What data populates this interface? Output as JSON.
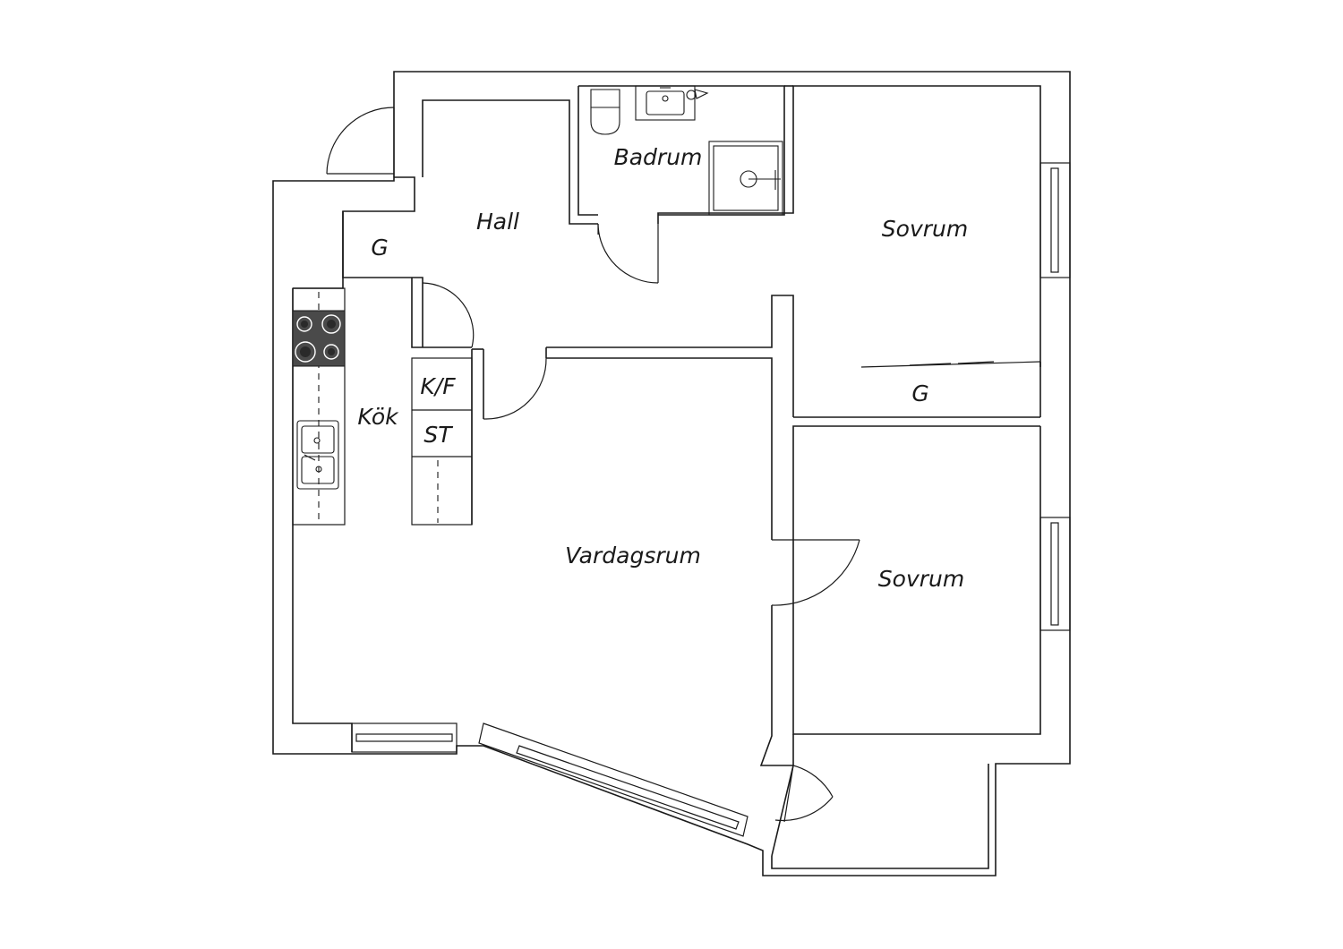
{
  "rooms": {
    "badrum": "Badrum",
    "hall": "Hall",
    "hall_wardrobe": "G",
    "sovrum_1": "Sovrum",
    "sovrum_1_wardrobe": "G",
    "kok": "Kök",
    "kf": "K/F",
    "st": "ST",
    "vardagsrum": "Vardagsrum",
    "sovrum_2": "Sovrum"
  },
  "colors": {
    "line": "#1a1a1a",
    "background": "#ffffff",
    "stove": "#4a4a4a"
  }
}
